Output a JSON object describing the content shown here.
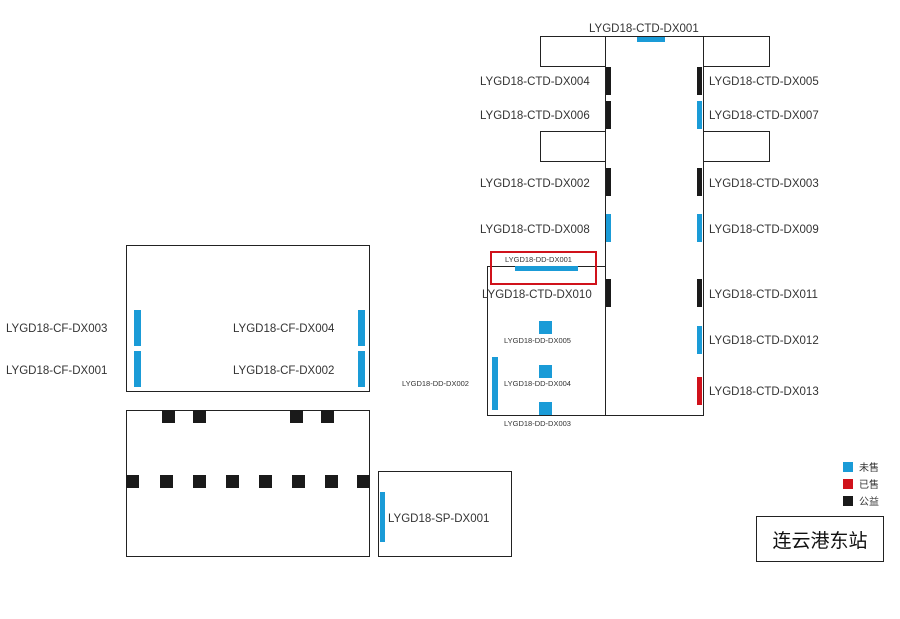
{
  "station_name": "连云港东站",
  "legend": [
    {
      "label": "未售",
      "color": "#1a9bd7"
    },
    {
      "label": "已售",
      "color": "#d0121b"
    },
    {
      "label": "公益",
      "color": "#1a1a1a"
    }
  ],
  "spots": {
    "ctd_dx001": "LYGD18-CTD-DX001",
    "ctd_dx002": "LYGD18-CTD-DX002",
    "ctd_dx003": "LYGD18-CTD-DX003",
    "ctd_dx004": "LYGD18-CTD-DX004",
    "ctd_dx005": "LYGD18-CTD-DX005",
    "ctd_dx006": "LYGD18-CTD-DX006",
    "ctd_dx007": "LYGD18-CTD-DX007",
    "ctd_dx008": "LYGD18-CTD-DX008",
    "ctd_dx009": "LYGD18-CTD-DX009",
    "ctd_dx010": "LYGD18-CTD-DX010",
    "ctd_dx011": "LYGD18-CTD-DX011",
    "ctd_dx012": "LYGD18-CTD-DX012",
    "ctd_dx013": "LYGD18-CTD-DX013",
    "dd_dx001": "LYGD18-DD-DX001",
    "dd_dx002": "LYGD18-DD-DX002",
    "dd_dx003": "LYGD18-DD-DX003",
    "dd_dx004": "LYGD18-DD-DX004",
    "dd_dx005": "LYGD18-DD-DX005",
    "cf_dx001": "LYGD18-CF-DX001",
    "cf_dx002": "LYGD18-CF-DX002",
    "cf_dx003": "LYGD18-CF-DX003",
    "cf_dx004": "LYGD18-CF-DX004",
    "sp_dx001": "LYGD18-SP-DX001"
  },
  "spot_status": {
    "ctd_dx001": "未售",
    "ctd_dx002": "公益",
    "ctd_dx003": "公益",
    "ctd_dx004": "公益",
    "ctd_dx005": "公益",
    "ctd_dx006": "公益",
    "ctd_dx007": "未售",
    "ctd_dx008": "未售",
    "ctd_dx009": "未售",
    "ctd_dx010": "公益",
    "ctd_dx011": "公益",
    "ctd_dx012": "未售",
    "ctd_dx013": "已售",
    "dd_dx001": "未售",
    "dd_dx002": "未售",
    "dd_dx003": "未售",
    "dd_dx004": "未售",
    "dd_dx005": "未售",
    "cf_dx001": "未售",
    "cf_dx002": "未售",
    "cf_dx003": "未售",
    "cf_dx004": "未售",
    "sp_dx001": "未售"
  },
  "highlighted_spot": "LYGD18-DD-DX001"
}
